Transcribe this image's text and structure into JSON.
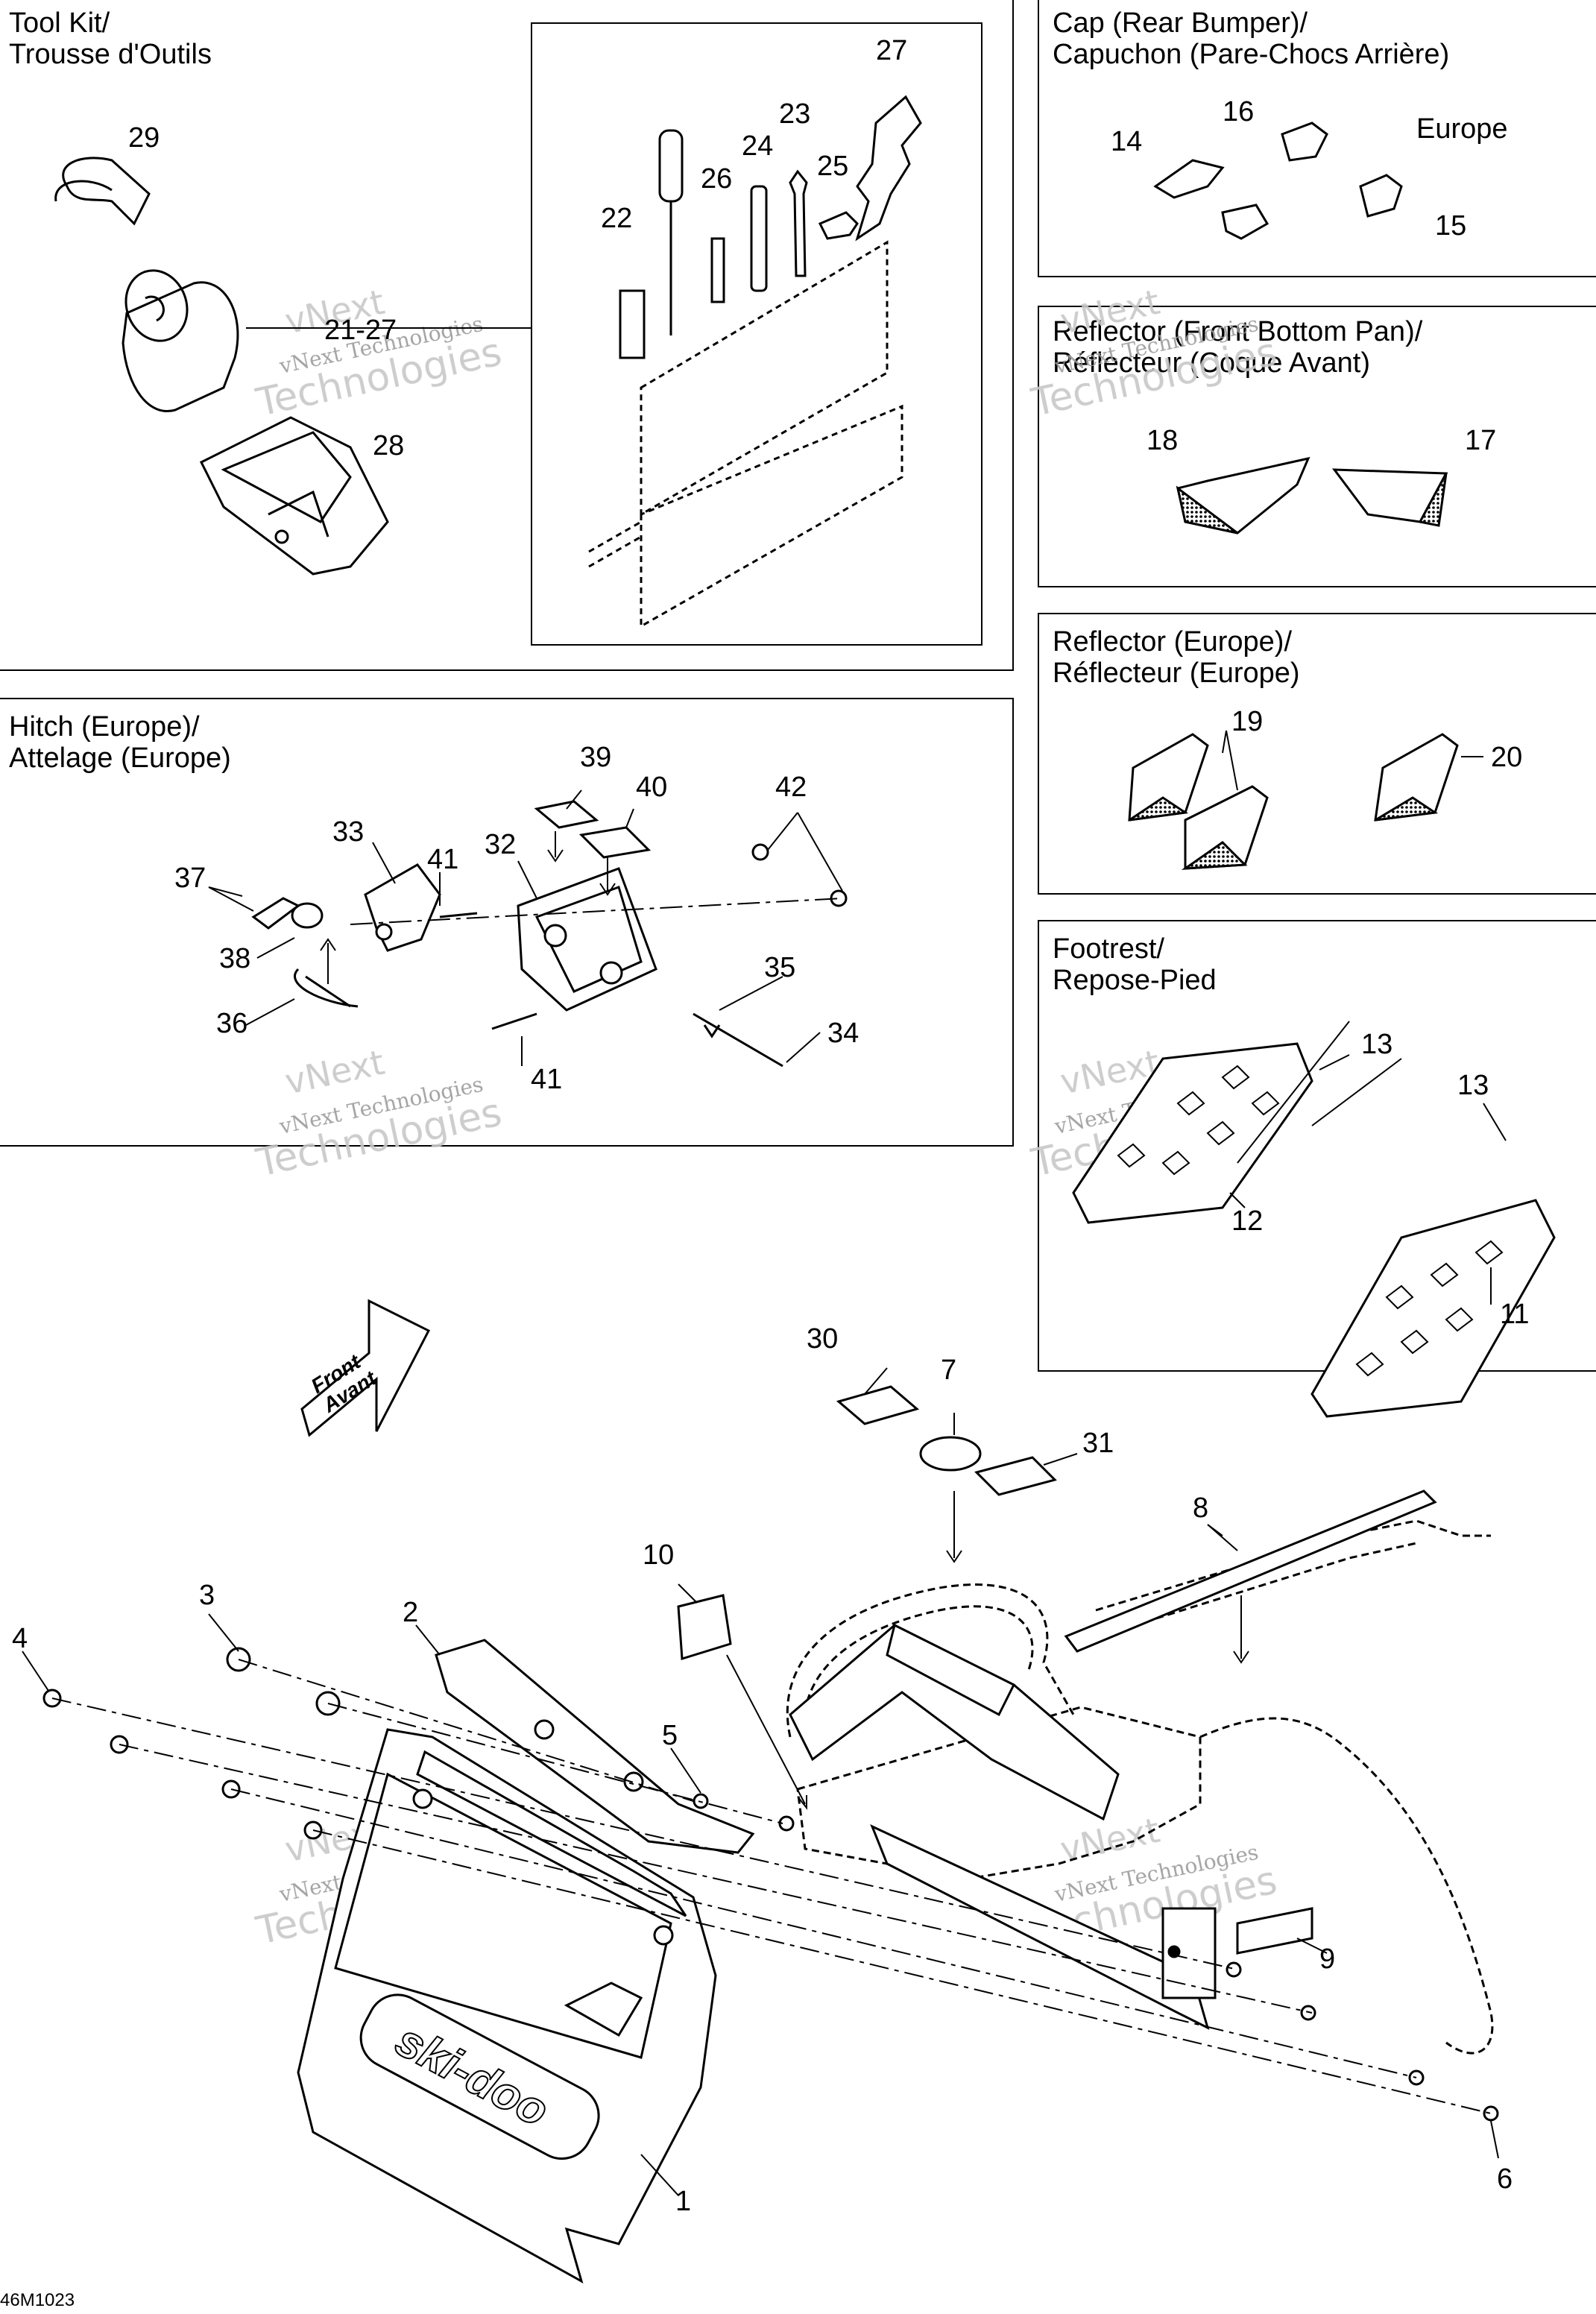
{
  "panels": {
    "tool_kit": {
      "title_line1": "Tool Kit/",
      "title_line2": "Trousse d'Outils"
    },
    "cap": {
      "title_line1": "Cap (Rear Bumper)/",
      "title_line2": "Capuchon (Pare-Chocs Arrière)",
      "region_label": "Europe"
    },
    "reflector_front": {
      "title_line1": "Reflector (Front Bottom Pan)/",
      "title_line2": "Réflecteur (Coque Avant)"
    },
    "reflector_europe": {
      "title_line1": "Reflector (Europe)/",
      "title_line2": "Réflecteur (Europe)"
    },
    "hitch": {
      "title_line1": "Hitch (Europe)/",
      "title_line2": "Attelage (Europe)"
    },
    "footrest": {
      "title_line1": "Footrest/",
      "title_line2": "Repose-Pied"
    }
  },
  "direction_arrow": {
    "line1": "Front",
    "line2": "Avant"
  },
  "callouts": {
    "c1": "1",
    "c2": "2",
    "c3": "3",
    "c4": "4",
    "c5": "5",
    "c6": "6",
    "c7": "7",
    "c8": "8",
    "c9": "9",
    "c10": "10",
    "c11": "11",
    "c12": "12",
    "c13a": "13",
    "c13b": "13",
    "c14": "14",
    "c15": "15",
    "c16": "16",
    "c17": "17",
    "c18": "18",
    "c19": "19",
    "c20": "20",
    "c21_27": "21-27",
    "c22": "22",
    "c23": "23",
    "c24": "24",
    "c25": "25",
    "c26": "26",
    "c27": "27",
    "c28": "28",
    "c29": "29",
    "c30": "30",
    "c31": "31",
    "c32": "32",
    "c33": "33",
    "c34": "34",
    "c35": "35",
    "c36": "36",
    "c37": "37",
    "c38": "38",
    "c39": "39",
    "c40": "40",
    "c41a": "41",
    "c41b": "41",
    "c42": "42"
  },
  "brand_logo": "ski-doo",
  "watermark": {
    "line1": "vNext",
    "line2": "vNext Technologies",
    "line3": "Technologies"
  },
  "diagram_code": "46M1023"
}
